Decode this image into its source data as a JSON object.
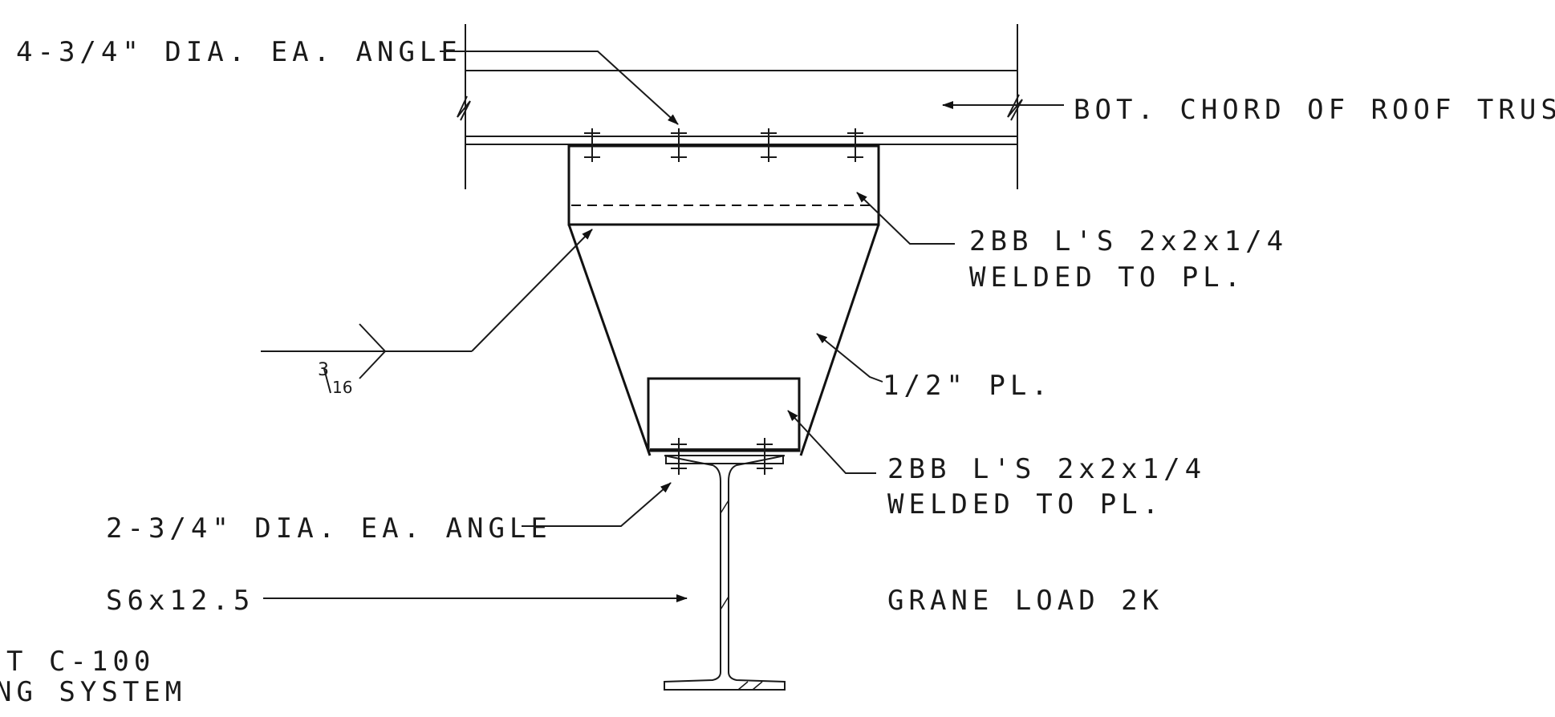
{
  "labels": {
    "bolts_top": "4-3/4\" DIA. EA. ANGLE",
    "truss": "BOT. CHORD OF ROOF TRUSS",
    "angles_top_line1": "2BB L'S 2x2x1/4",
    "angles_top_line2": "WELDED TO PL.",
    "plate_dim": "1/2",
    "plate_unit": "\" PL.",
    "angles_bot_line1": "2BB L'S 2x2x1/4",
    "angles_bot_line2": "WELDED TO PL.",
    "bolts_bot": "2-3/4\" DIA. EA. ANGLE",
    "beam": "S6x12.5",
    "load": "GRANE LOAD 2K",
    "weld_num": "3",
    "weld_den": "16",
    "footer_line1": "T C-100",
    "footer_line2": "NG SYSTEM"
  }
}
